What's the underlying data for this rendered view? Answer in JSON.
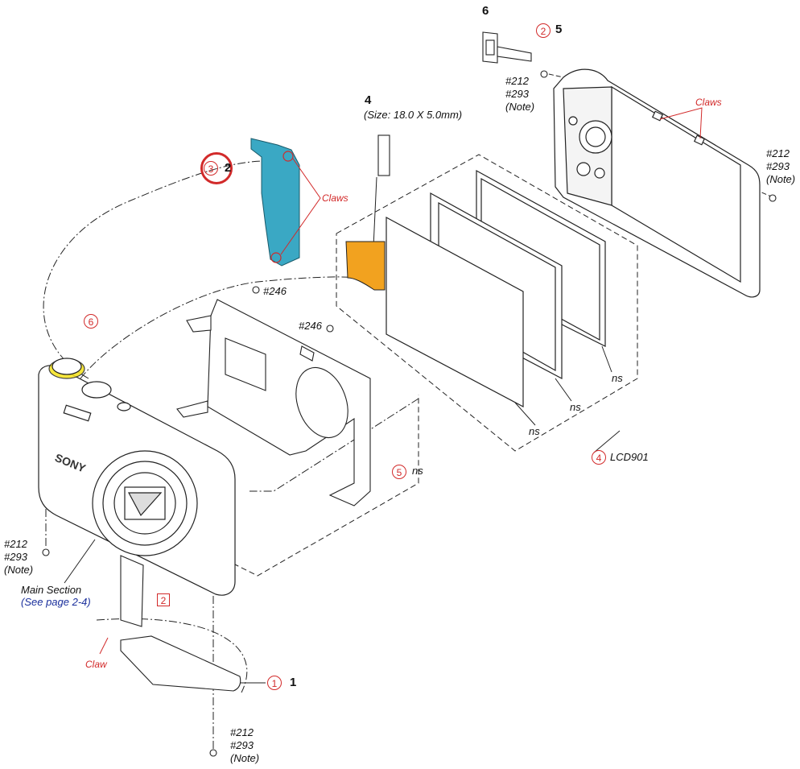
{
  "colors": {
    "callout_red": "#d22a2a",
    "link_blue": "#1a2f9c",
    "board_cyan": "#3aa8c4",
    "flex_orange": "#f2a21f",
    "highlight_yellow": "#f5e21a",
    "line": "#222222"
  },
  "labels": {
    "part_6": "6",
    "part_5": "5",
    "part_4": "4",
    "part_4_size": "(Size: 18.0 X 5.0mm)",
    "part_2": "2",
    "part_1": "1",
    "screw_top_right": [
      "#212",
      "#293",
      "(Note)"
    ],
    "screw_right": [
      "#212",
      "#293",
      "(Note)"
    ],
    "screw_left": [
      "#212",
      "#293",
      "(Note)"
    ],
    "screw_bottom": [
      "#212",
      "#293",
      "(Note)"
    ],
    "screw_246_a": "#246",
    "screw_246_b": "#246",
    "claws_board": "Claws",
    "claws_rear": "Claws",
    "claw_bottom": "Claw",
    "ns_1": "ns",
    "ns_2": "ns",
    "ns_3": "ns",
    "ns_4": "ns",
    "lcd_ref": "LCD901",
    "main_section": "Main Section",
    "see_page": "(See page 2-4)",
    "brand": "SONY"
  },
  "callouts": {
    "c2_top": "2",
    "c3": "3",
    "c6": "6",
    "c5": "5",
    "c4": "4",
    "c1": "1",
    "sq2": "2"
  }
}
